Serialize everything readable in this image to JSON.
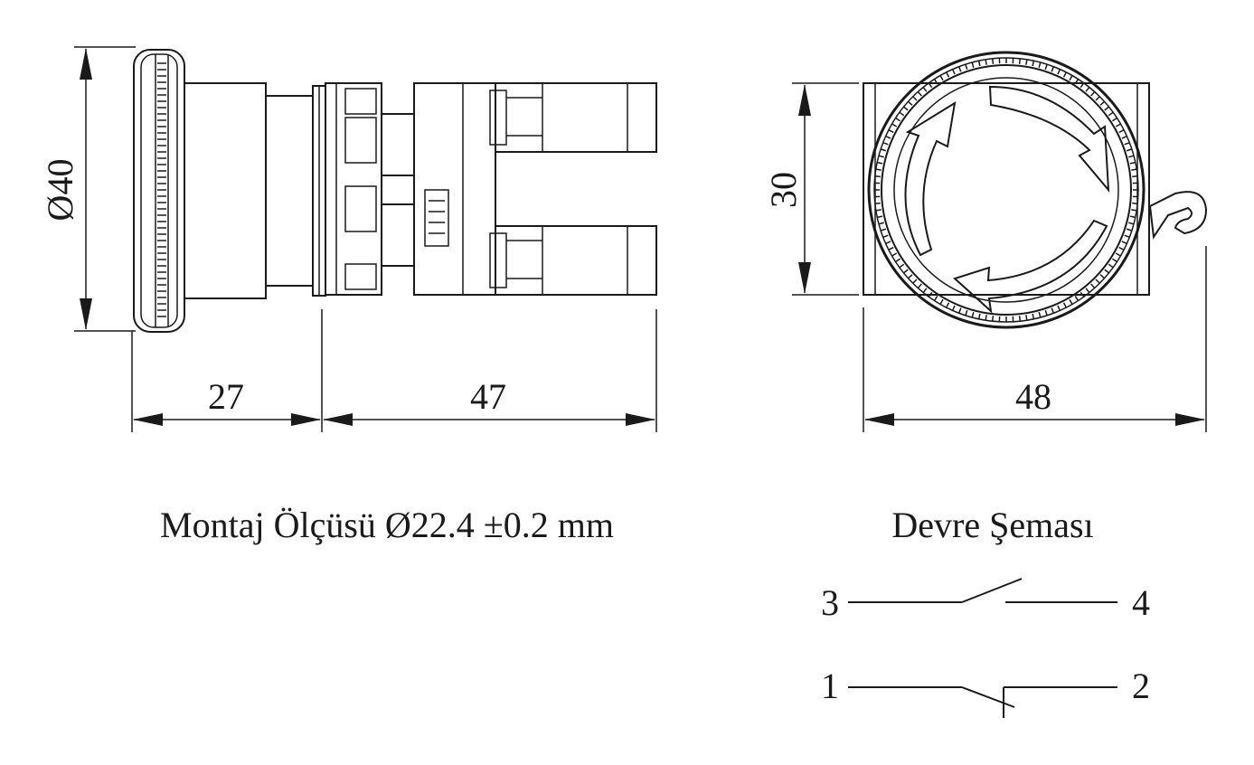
{
  "side_view": {
    "diameter_label": "Ø40",
    "left_dim_label": "27",
    "right_dim_label": "47"
  },
  "front_view": {
    "height_label": "30",
    "width_label": "48"
  },
  "captions": {
    "mounting": "Montaj Ölçüsü Ø22.4 ±0.2 mm",
    "circuit": "Devre Şeması"
  },
  "circuit": {
    "no_contact": {
      "left_terminal": "3",
      "right_terminal": "4"
    },
    "nc_contact": {
      "left_terminal": "1",
      "right_terminal": "2"
    }
  }
}
